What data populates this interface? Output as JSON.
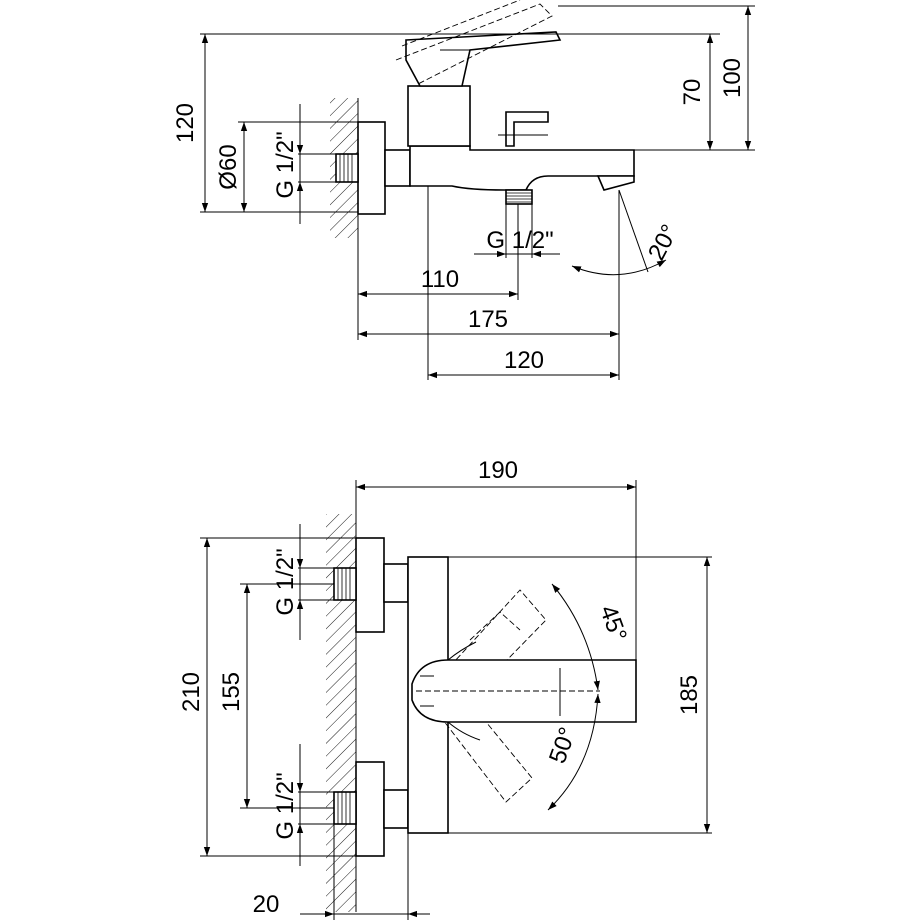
{
  "top_view": {
    "dim_height_total": "120",
    "dim_diameter": "Ø60",
    "dim_thread_left": "G 1/2\"",
    "dim_top_100": "100",
    "dim_top_70": "70",
    "dim_outlet_thread": "G 1/2\"",
    "dim_angle": "20°",
    "dim_110": "110",
    "dim_175": "175",
    "dim_120": "120"
  },
  "bottom_view": {
    "dim_width_190": "190",
    "dim_height_210": "210",
    "dim_spacing_155": "155",
    "dim_thread_upper": "G 1/2\"",
    "dim_thread_lower": "G 1/2\"",
    "dim_height_185": "185",
    "dim_angle_45": "45°",
    "dim_angle_50": "50°",
    "dim_wall_20": "20"
  }
}
